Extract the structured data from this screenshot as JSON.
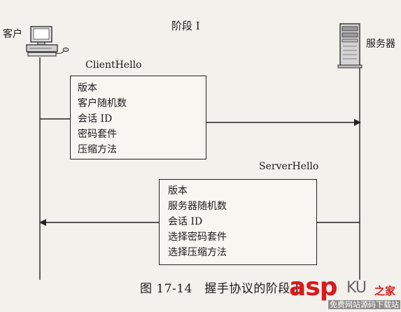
{
  "phase_title": "阶段 I",
  "client": {
    "label": "客户",
    "icon": "computer-icon"
  },
  "server": {
    "label": "服务器",
    "icon": "server-tower-icon"
  },
  "client_hello": {
    "label": "ClientHello",
    "fields": [
      "版本",
      "客户随机数",
      "会话 ID",
      "密码套件",
      "压缩方法"
    ],
    "direction": "client-to-server"
  },
  "server_hello": {
    "label": "ServerHello",
    "fields": [
      "版本",
      "服务器随机数",
      "会话 ID",
      "选择密码套件",
      "选择压缩方法"
    ],
    "direction": "server-to-client"
  },
  "caption": "图 17-14　握手协议的阶段 I",
  "watermark": {
    "brand": "asp",
    "ku": "KU",
    "home": "之家",
    "sub": "免费网站源码下载站"
  },
  "colors": {
    "line": "#222222",
    "watermark_red": "#d9191c",
    "paper": "#f3f1ec"
  }
}
